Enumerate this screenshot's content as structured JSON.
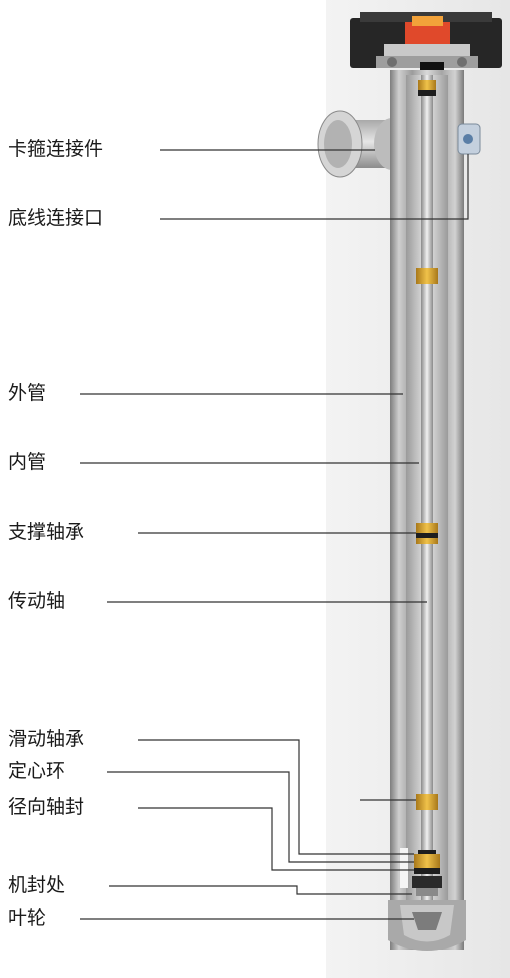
{
  "labels": {
    "clamp_connector": "卡箍连接件",
    "bottom_line_port": "底线连接口",
    "outer_tube": "外管",
    "inner_tube": "内管",
    "support_bearing": "支撑轴承",
    "drive_shaft": "传动轴",
    "sliding_bearing": "滑动轴承",
    "centering_ring": "定心环",
    "radial_shaft_seal": "径向轴封",
    "mechanical_seal": "机封处",
    "impeller": "叶轮"
  },
  "colors": {
    "background_panel": "#ededed",
    "tube_dark": "#8f8f8f",
    "tube_mid": "#bdbdbd",
    "tube_light": "#e2e2e2",
    "bearing_gold": "#d4a32c",
    "bearing_black": "#1e1e1e",
    "top_cap": "#2a2a2a",
    "top_accent_red": "#e0492b",
    "top_accent_orange": "#f2a23a",
    "leader_line": "#333333",
    "label_text": "#1a1a1a"
  }
}
